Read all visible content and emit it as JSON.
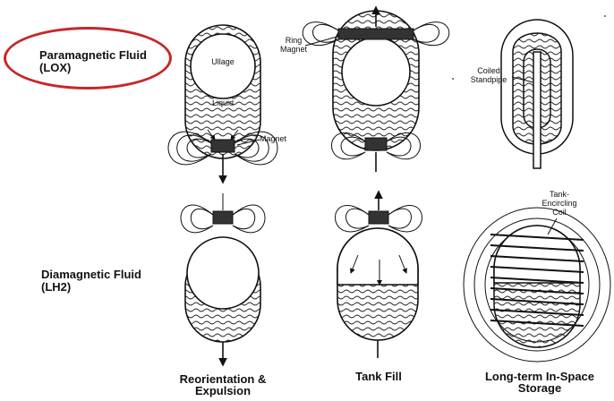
{
  "rows": {
    "paramagnetic": {
      "title": "Paramagnetic Fluid",
      "subtitle": "(LOX)"
    },
    "diamagnetic": {
      "title": "Diamagnetic Fluid",
      "subtitle": "(LH2)"
    }
  },
  "columns": {
    "reorientation": {
      "line1": "Reorientation &",
      "line2": "Expulsion"
    },
    "tank_fill": {
      "line1": "Tank Fill"
    },
    "storage": {
      "line1": "Long-term In-Space",
      "line2": "Storage"
    }
  },
  "callouts": {
    "ullage": "Ullage",
    "liquid": "Liquid",
    "magnet": "Magnet",
    "ring_magnet_1": "Ring",
    "ring_magnet_2": "Magnet",
    "coiled_standpipe_1": "Coiled",
    "coiled_standpipe_2": "Standpipe",
    "tank_coil_1": "Tank-",
    "tank_coil_2": "Encircling",
    "tank_coil_3": "Coil"
  },
  "colors": {
    "annotation_oval": "#c62828",
    "ink": "#111111"
  }
}
